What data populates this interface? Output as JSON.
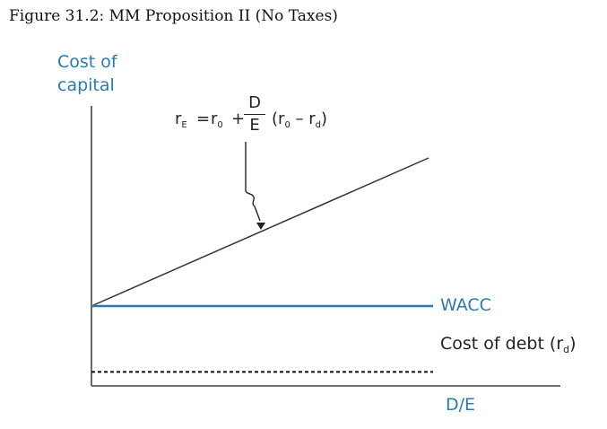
{
  "figure_caption": "Figure 31.2: MM Proposition II (No Taxes)",
  "chart_data": {
    "type": "line",
    "ylabel": "Cost of\ncapital",
    "xlabel": "D/E",
    "grid": false,
    "series": [
      {
        "name": "rE",
        "style": "solid",
        "color": "#333333",
        "x": [
          0,
          1
        ],
        "y": [
          0.55,
          1.0
        ]
      },
      {
        "name": "WACC",
        "style": "solid",
        "color": "#2b7bb0",
        "x": [
          0,
          1
        ],
        "y": [
          0.55,
          0.55
        ]
      },
      {
        "name": "Cost of debt (rd)",
        "style": "dashed",
        "color": "#111111",
        "x": [
          0,
          1
        ],
        "y": [
          0.35,
          0.35
        ]
      }
    ],
    "annotations": {
      "equity_formula": {
        "lhs": "r",
        "lhs_sub": "E",
        "equals": "=",
        "r0": "r",
        "r0_sub": "0",
        "plus": "+",
        "fraction_num": "D",
        "fraction_den": "E",
        "paren_open": "(r",
        "paren_r0_sub": "0",
        "minus": "– r",
        "rd_sub": "d",
        "paren_close": ")"
      },
      "wacc_label": "WACC",
      "debt_label": "Cost of debt (r",
      "debt_sub": "d",
      "debt_close": ")"
    }
  }
}
